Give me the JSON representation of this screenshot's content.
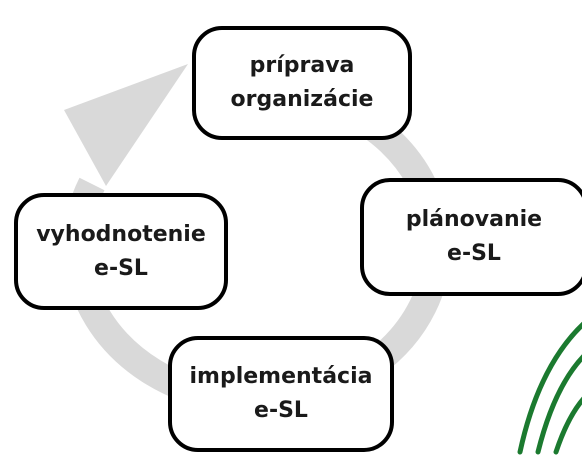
{
  "diagram": {
    "colors": {
      "cycle_arrow": "#d9d9d9",
      "node_border": "#000000",
      "text": "#1a1a1a",
      "accent_lines": "#1b7a2f"
    },
    "nodes": [
      {
        "line1": "príprava",
        "line2": "organizácie"
      },
      {
        "line1": "plánovanie",
        "line2": "e-SL"
      },
      {
        "line1": "implementácia",
        "line2": "e-SL"
      },
      {
        "line1": "vyhodnotenie",
        "line2": "e-SL"
      }
    ]
  }
}
